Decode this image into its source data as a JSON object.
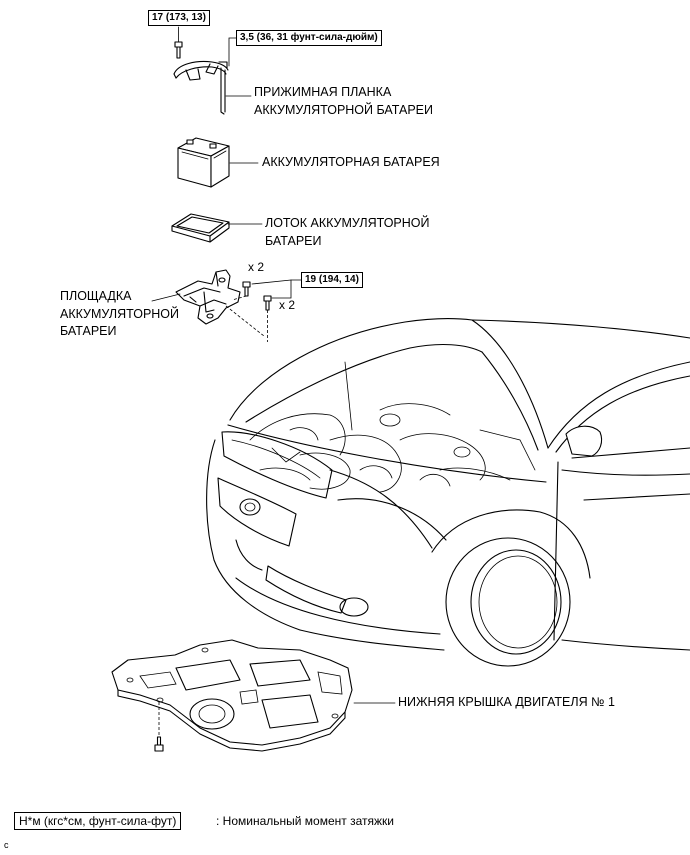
{
  "parts": {
    "clamp": {
      "torque": "17 (173, 13)",
      "jbolt_torque": "3,5 (36, 31 фунт-сила-дюйм)",
      "lines": [
        "ПРИЖИМНАЯ ПЛАНКА",
        "АККУМУЛЯТОРНОЙ БАТАРЕИ"
      ]
    },
    "battery": {
      "lines": [
        "АККУМУЛЯТОРНАЯ БАТАРЕЯ"
      ]
    },
    "tray": {
      "lines": [
        "ЛОТОК АККУМУЛЯТОРНОЙ",
        "БАТАРЕИ"
      ]
    },
    "carrier": {
      "qty_upper": "x 2",
      "torque": "19 (194, 14)",
      "qty_lower": "x 2",
      "lines": [
        "ПЛОЩАДКА",
        "АККУМУЛЯТОРНОЙ",
        "БАТАРЕИ"
      ]
    },
    "under_cover": {
      "lines": [
        "НИЖНЯЯ КРЫШКА ДВИГАТЕЛЯ № 1"
      ]
    }
  },
  "legend": {
    "unit": "Н*м (кгс*см, фунт-сила-фут)",
    "description": ": Номинальный момент затяжки"
  },
  "corner_code": "c",
  "colors": {
    "line": "#000000",
    "background": "#ffffff"
  }
}
